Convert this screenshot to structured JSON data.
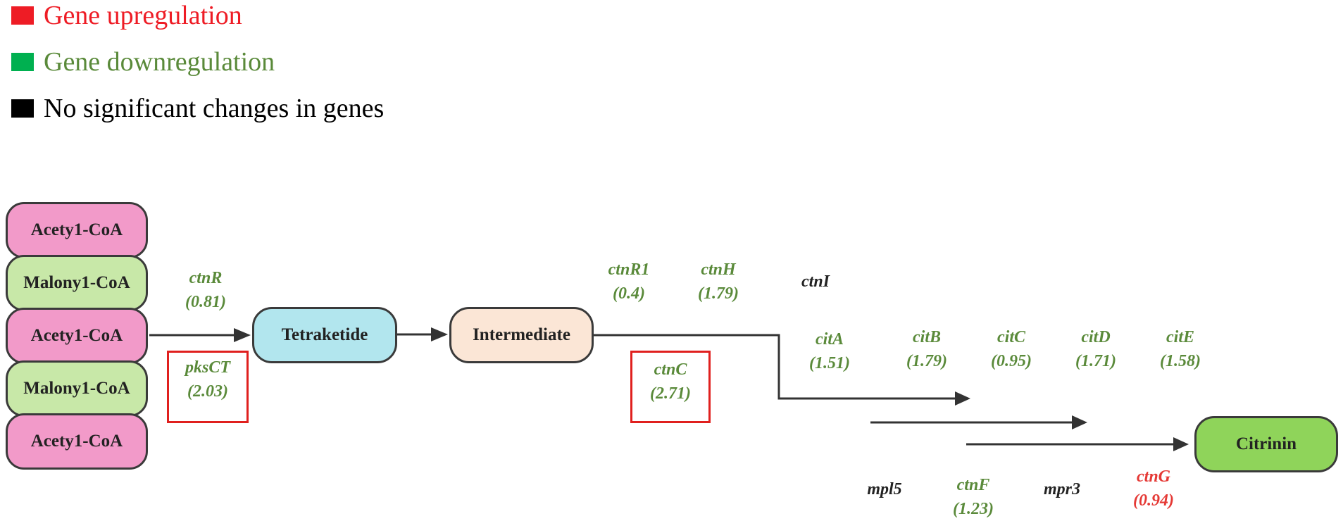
{
  "legend": [
    {
      "label": "Gene upregulation",
      "color": "#ee1c25"
    },
    {
      "label": "Gene downregulation",
      "color": "#00b050"
    },
    {
      "label": "No significant changes in genes",
      "color": "#000000"
    }
  ],
  "colors": {
    "down": "#5a8a3a",
    "up": "#e53935",
    "neutral": "#222222",
    "acetyl_fill": "#f29ac9",
    "malonyl_fill": "#c8e8a8",
    "tetraketide_fill": "#b2e6ee",
    "intermediate_fill": "#fbe6d6",
    "citrinin_fill": "#8fd45a"
  },
  "substrates": [
    {
      "label": "Acety1-CoA",
      "kind": "acetyl"
    },
    {
      "label": "Malony1-CoA",
      "kind": "malonyl"
    },
    {
      "label": "Acety1-CoA",
      "kind": "acetyl"
    },
    {
      "label": "Malony1-CoA",
      "kind": "malonyl"
    },
    {
      "label": "Acety1-CoA",
      "kind": "acetyl"
    }
  ],
  "nodes": {
    "tetraketide": "Tetraketide",
    "intermediate": "Intermediate",
    "citrinin": "Citrinin"
  },
  "genes": {
    "ctnR": {
      "name": "ctnR",
      "value": "(0.81)"
    },
    "pksCT": {
      "name": "pksCT",
      "value": "(2.03)"
    },
    "ctnR1": {
      "name": "ctnR1",
      "value": "(0.4)"
    },
    "ctnH": {
      "name": "ctnH",
      "value": "(1.79)"
    },
    "ctnI": {
      "name": "ctnI"
    },
    "ctnC": {
      "name": "ctnC",
      "value": "(2.71)"
    },
    "citA": {
      "name": "citA",
      "value": "(1.51)"
    },
    "citB": {
      "name": "citB",
      "value": "(1.79)"
    },
    "citC": {
      "name": "citC",
      "value": "(0.95)"
    },
    "citD": {
      "name": "citD",
      "value": "(1.71)"
    },
    "citE": {
      "name": "citE",
      "value": "(1.58)"
    },
    "mpl5": {
      "name": "mpl5"
    },
    "ctnF": {
      "name": "ctnF",
      "value": "(1.23)"
    },
    "mpr3": {
      "name": "mpr3"
    },
    "ctnG": {
      "name": "ctnG",
      "value": "(0.94)"
    }
  }
}
